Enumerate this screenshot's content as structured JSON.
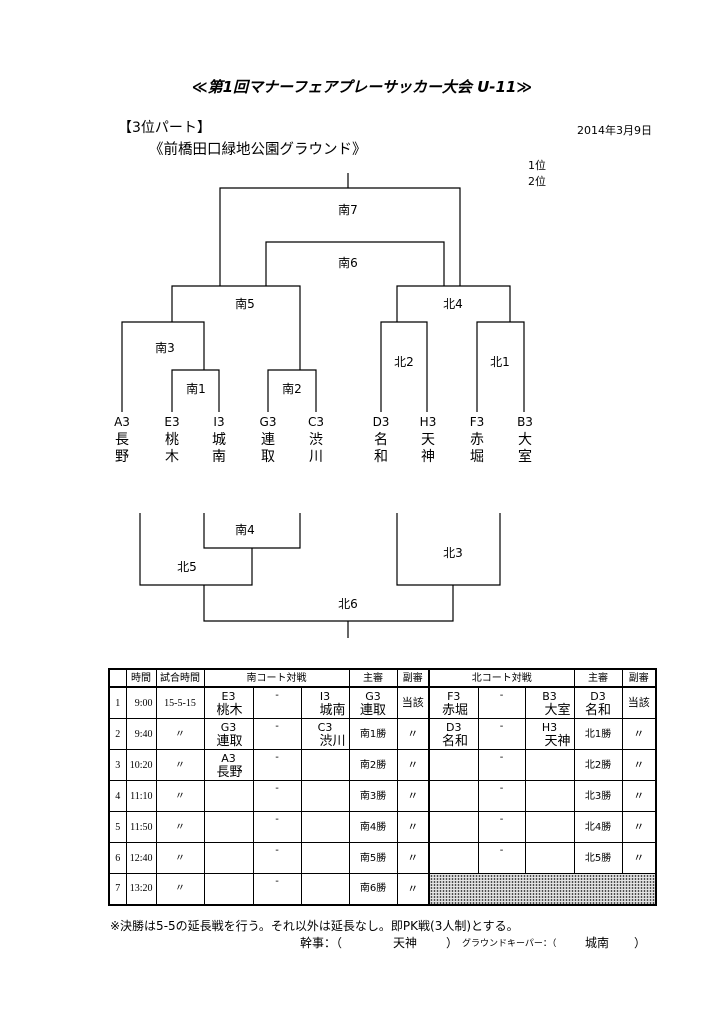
{
  "title": "≪第1回マナーフェアプレーサッカー大会 U-11≫",
  "part": "【3位パート】",
  "date": "2014年3月9日",
  "venue": "《前橋田口緑地公園グラウンド》",
  "ranks": {
    "first": "1位",
    "second": "2位"
  },
  "bracket": {
    "matches": {
      "s7": "南7",
      "s6": "南6",
      "s5": "南5",
      "n4": "北4",
      "s3": "南3",
      "s1": "南1",
      "s2": "南2",
      "n2": "北2",
      "n1": "北1",
      "s4": "南4",
      "n5": "北5",
      "n3": "北3",
      "n6": "北6"
    },
    "teams": [
      {
        "code": "A3",
        "name": "長野"
      },
      {
        "code": "E3",
        "name": "桃木"
      },
      {
        "code": "I3",
        "name": "城南"
      },
      {
        "code": "G3",
        "name": "連取"
      },
      {
        "code": "C3",
        "name": "渋川"
      },
      {
        "code": "D3",
        "name": "名和"
      },
      {
        "code": "H3",
        "name": "天神"
      },
      {
        "code": "F3",
        "name": "赤堀"
      },
      {
        "code": "B3",
        "name": "大室"
      }
    ]
  },
  "table": {
    "headers": {
      "time": "時間",
      "duration": "試合時間",
      "south_court": "南コート対戦",
      "north_court": "北コート対戦",
      "referee": "主審",
      "assistant": "副審"
    },
    "rows": [
      {
        "no": "1",
        "time": "9:00",
        "duration": "15-5-15",
        "south": {
          "home_code": "E3",
          "home_name": "桃木",
          "sep": "-",
          "away_code": "I3",
          "away_name": "城南",
          "referee_code": "G3",
          "referee_name": "連取",
          "assistant": "当該"
        },
        "north": {
          "home_code": "F3",
          "home_name": "赤堀",
          "sep": "-",
          "away_code": "B3",
          "away_name": "大室",
          "referee_code": "D3",
          "referee_name": "名和",
          "assistant": "当該"
        }
      },
      {
        "no": "2",
        "time": "9:40",
        "duration": "〃",
        "south": {
          "home_code": "G3",
          "home_name": "連取",
          "sep": "-",
          "away_code": "C3",
          "away_name": "渋川",
          "referee": "南1勝",
          "assistant": "〃"
        },
        "north": {
          "home_code": "D3",
          "home_name": "名和",
          "sep": "-",
          "away_code": "H3",
          "away_name": "天神",
          "referee": "北1勝",
          "assistant": "〃"
        }
      },
      {
        "no": "3",
        "time": "10:20",
        "duration": "〃",
        "south": {
          "home_code": "A3",
          "home_name": "長野",
          "sep": "-",
          "referee": "南2勝",
          "assistant": "〃"
        },
        "north": {
          "sep": "-",
          "referee": "北2勝",
          "assistant": "〃"
        }
      },
      {
        "no": "4",
        "time": "11:10",
        "duration": "〃",
        "south": {
          "sep": "-",
          "referee": "南3勝",
          "assistant": "〃"
        },
        "north": {
          "sep": "-",
          "referee": "北3勝",
          "assistant": "〃"
        }
      },
      {
        "no": "5",
        "time": "11:50",
        "duration": "〃",
        "south": {
          "sep": "-",
          "referee": "南4勝",
          "assistant": "〃"
        },
        "north": {
          "sep": "-",
          "referee": "北4勝",
          "assistant": "〃"
        }
      },
      {
        "no": "6",
        "time": "12:40",
        "duration": "〃",
        "south": {
          "sep": "-",
          "referee": "南5勝",
          "assistant": "〃"
        },
        "north": {
          "sep": "-",
          "referee": "北5勝",
          "assistant": "〃"
        }
      },
      {
        "no": "7",
        "time": "13:20",
        "duration": "〃",
        "south": {
          "sep": "-",
          "referee": "南6勝",
          "assistant": "〃"
        }
      }
    ]
  },
  "footer": {
    "note": "※決勝は5-5の延長戦を行う。それ以外は延長なし。即PK戦(3人制)とする。",
    "organizer_label": "幹事：（",
    "organizer": "天神",
    "organizer_close": "）",
    "keeper_label": "グラウンドキーパー：（",
    "keeper": "城南",
    "keeper_close": "）"
  }
}
